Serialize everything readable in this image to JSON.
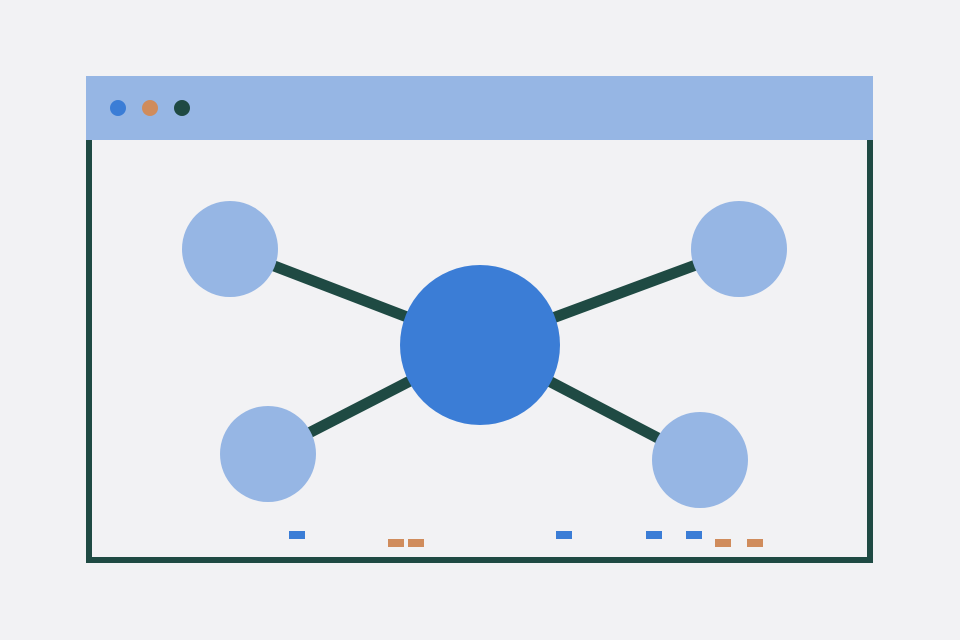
{
  "colors": {
    "titlebar": "#96b6e4",
    "frame": "#1f4a43",
    "background": "#f2f2f4",
    "hub": "#3b7dd6",
    "satellite": "#96b6e4",
    "edge": "#1f4a43",
    "marker_blue": "#3b7dd6",
    "marker_orange": "#d08c5c"
  },
  "window_controls": [
    {
      "name": "close",
      "color": "#3b7dd6"
    },
    {
      "name": "minimize",
      "color": "#d08c5c"
    },
    {
      "name": "maximize",
      "color": "#1f4a43"
    }
  ],
  "diagram": {
    "hub": {
      "id": "hub"
    },
    "satellites": [
      {
        "id": "top-left"
      },
      {
        "id": "top-right"
      },
      {
        "id": "bottom-left"
      },
      {
        "id": "bottom-right"
      }
    ],
    "edges": [
      {
        "from": "hub",
        "to": "top-left"
      },
      {
        "from": "hub",
        "to": "top-right"
      },
      {
        "from": "hub",
        "to": "bottom-left"
      },
      {
        "from": "hub",
        "to": "bottom-right"
      }
    ],
    "markers": [
      {
        "color": "blue"
      },
      {
        "color": "orange"
      },
      {
        "color": "orange"
      },
      {
        "color": "blue"
      },
      {
        "color": "blue"
      },
      {
        "color": "blue"
      },
      {
        "color": "orange"
      },
      {
        "color": "orange"
      }
    ]
  }
}
